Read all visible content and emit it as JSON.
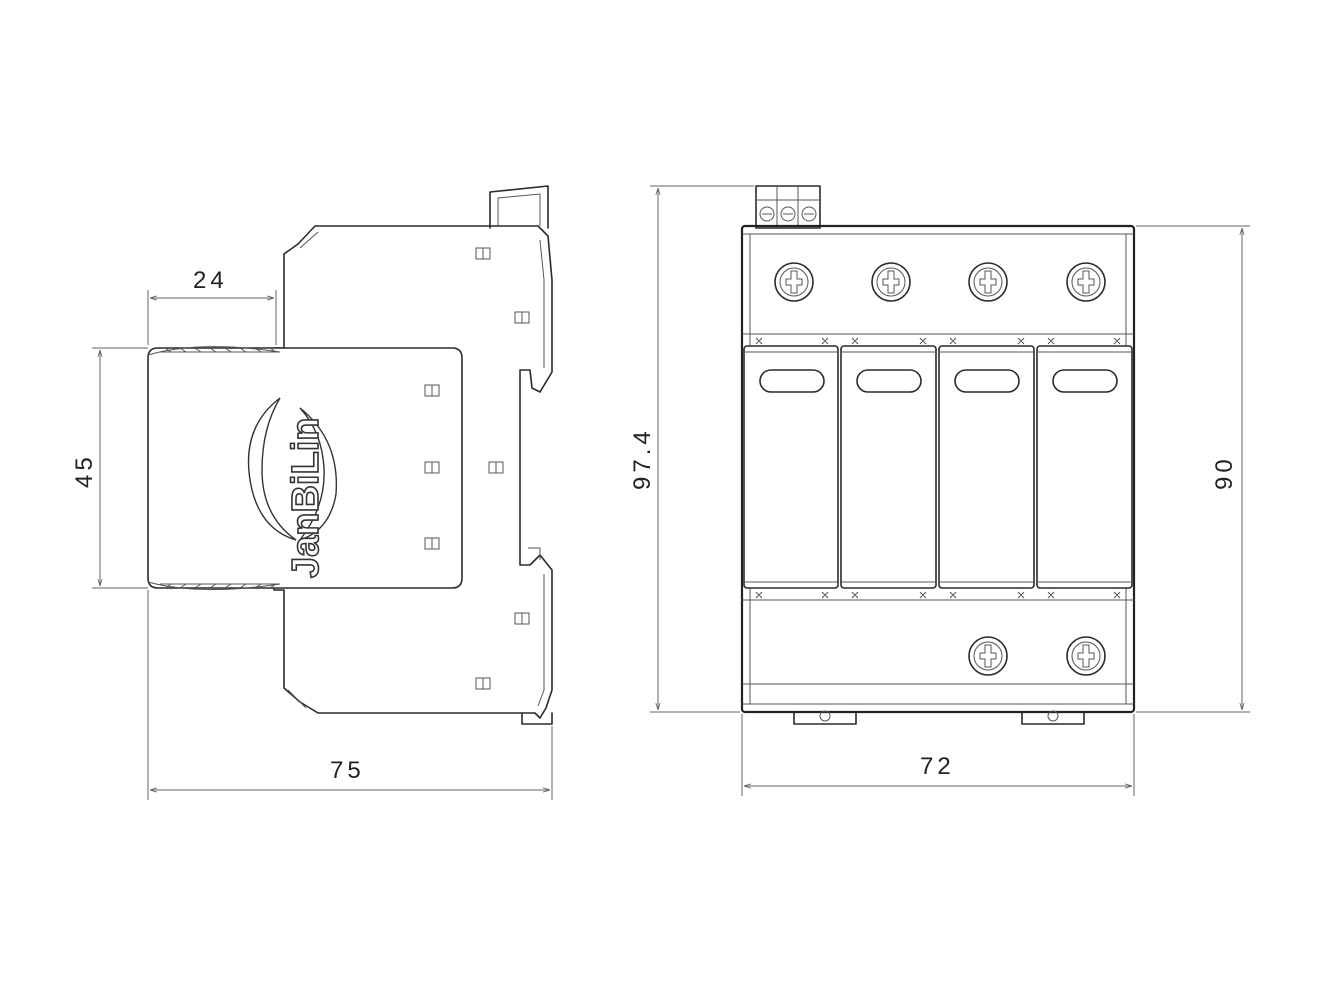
{
  "brand": {
    "logo_text": "JanBiLin"
  },
  "dimensions": {
    "side_inset": "24",
    "side_height": "45",
    "side_width": "75",
    "front_total_height": "97.4",
    "front_width": "72",
    "front_body_height": "90"
  },
  "front_view": {
    "poles": 4,
    "bottom_terminals": 2
  }
}
